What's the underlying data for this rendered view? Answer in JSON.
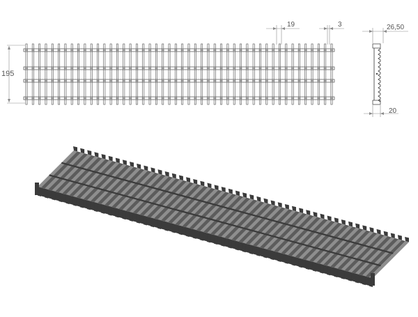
{
  "drawing": {
    "dimensions": {
      "height": "195",
      "bar_pitch": "19",
      "bar_thickness": "3",
      "side_width": "26,50",
      "side_depth": "20"
    },
    "grating": {
      "bar_count": 48
    },
    "colors": {
      "line": "#4a4a4a",
      "dim_line": "#8a8a8a",
      "dim_text": "#555555",
      "bar_dark": "#3b3b3b",
      "bar_mid": "#5c5c5c",
      "bar_light": "#8e8e8e"
    }
  }
}
